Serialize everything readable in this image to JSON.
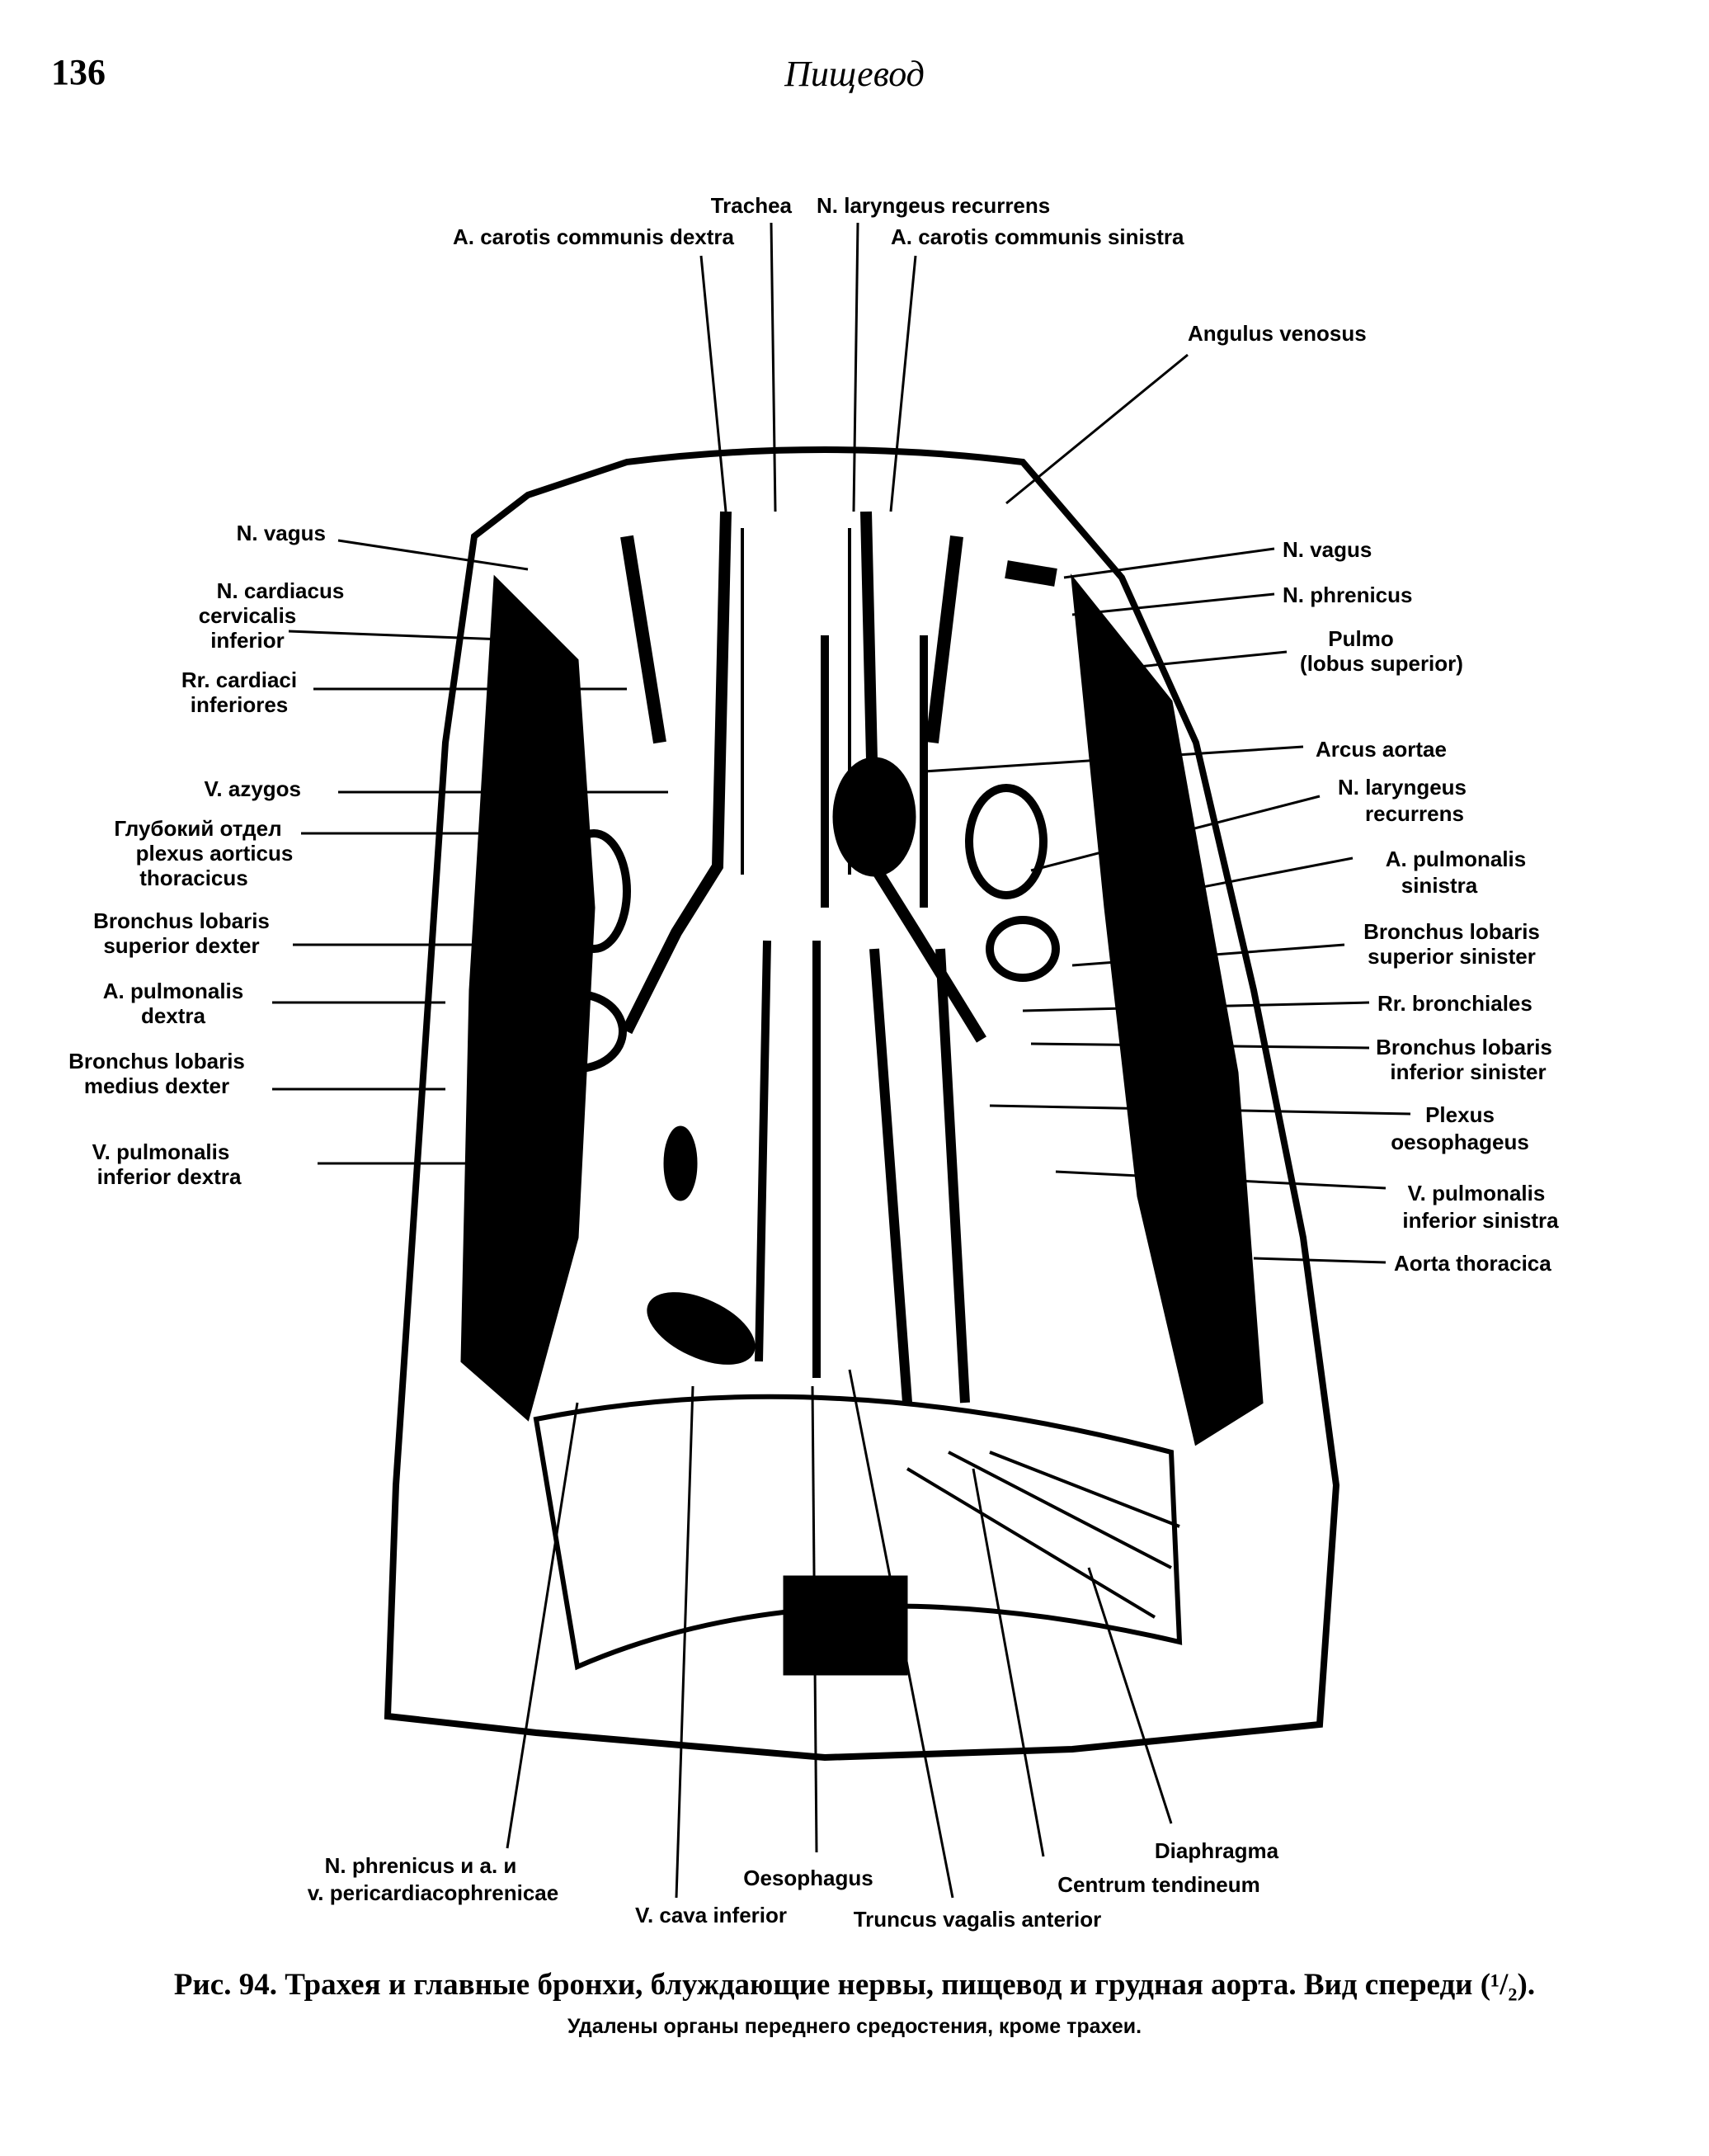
{
  "page": {
    "number": "136",
    "running_head": "Пищевод"
  },
  "figure": {
    "labels": {
      "trachea": "Trachea",
      "n_laryngeus_recurrens_top": "N. laryngeus recurrens",
      "a_carotis_dextra": "A. carotis communis dextra",
      "a_carotis_sinistra": "A. carotis communis sinistra",
      "angulus_venosus": "Angulus venosus",
      "n_vagus_left": "N. vagus",
      "n_cardiacus_1": "N. cardiacus",
      "n_cardiacus_2": "cervicalis",
      "n_cardiacus_3": "inferior",
      "rr_cardiaci_1": "Rr. cardiaci",
      "rr_cardiaci_2": "inferiores",
      "v_azygos": "V. azygos",
      "plexus_1": "Глубокий отдел",
      "plexus_2": "plexus aorticus",
      "plexus_3": "thoracicus",
      "bronchus_sup_dex_1": "Bronchus lobaris",
      "bronchus_sup_dex_2": "superior dexter",
      "a_pulm_dex_1": "A. pulmonalis",
      "a_pulm_dex_2": "dextra",
      "bronchus_med_1": "Bronchus lobaris",
      "bronchus_med_2": "medius dexter",
      "v_pulm_dex_1": "V. pulmonalis",
      "v_pulm_dex_2": "inferior dextra",
      "n_vagus_right": "N. vagus",
      "n_phrenicus_right": "N. phrenicus",
      "pulmo_1": "Pulmo",
      "pulmo_2": "(lobus superior)",
      "arcus_aortae": "Arcus aortae",
      "n_lar_rec_right_1": "N. laryngeus",
      "n_lar_rec_right_2": "recurrens",
      "a_pulm_sin_1": "A. pulmonalis",
      "a_pulm_sin_2": "sinistra",
      "bronchus_sup_sin_1": "Bronchus lobaris",
      "bronchus_sup_sin_2": "superior sinister",
      "rr_bronchiales": "Rr. bronchiales",
      "bronchus_inf_sin_1": "Bronchus lobaris",
      "bronchus_inf_sin_2": "inferior sinister",
      "plexus_oes_1": "Plexus",
      "plexus_oes_2": "oesophageus",
      "v_pulm_sin_1": "V. pulmonalis",
      "v_pulm_sin_2": "inferior sinistra",
      "aorta_thoracica": "Aorta thoracica",
      "n_phren_bottom_1": "N. phrenicus и a. и",
      "n_phren_bottom_2": "v. pericardiacophrenicae",
      "oesophagus": "Oesophagus",
      "v_cava_inferior": "V. cava inferior",
      "truncus_vagalis": "Truncus vagalis anterior",
      "diaphragma": "Diaphragma",
      "centrum_tendineum": "Centrum tendineum"
    }
  },
  "caption": {
    "line1": "Рис. 94. Трахея и главные бронхи, блуждающие нервы, пищевод и грудная аорта. Вид спереди (¹/₂).",
    "line2": "Удалены органы переднего средостения, кроме трахеи."
  }
}
